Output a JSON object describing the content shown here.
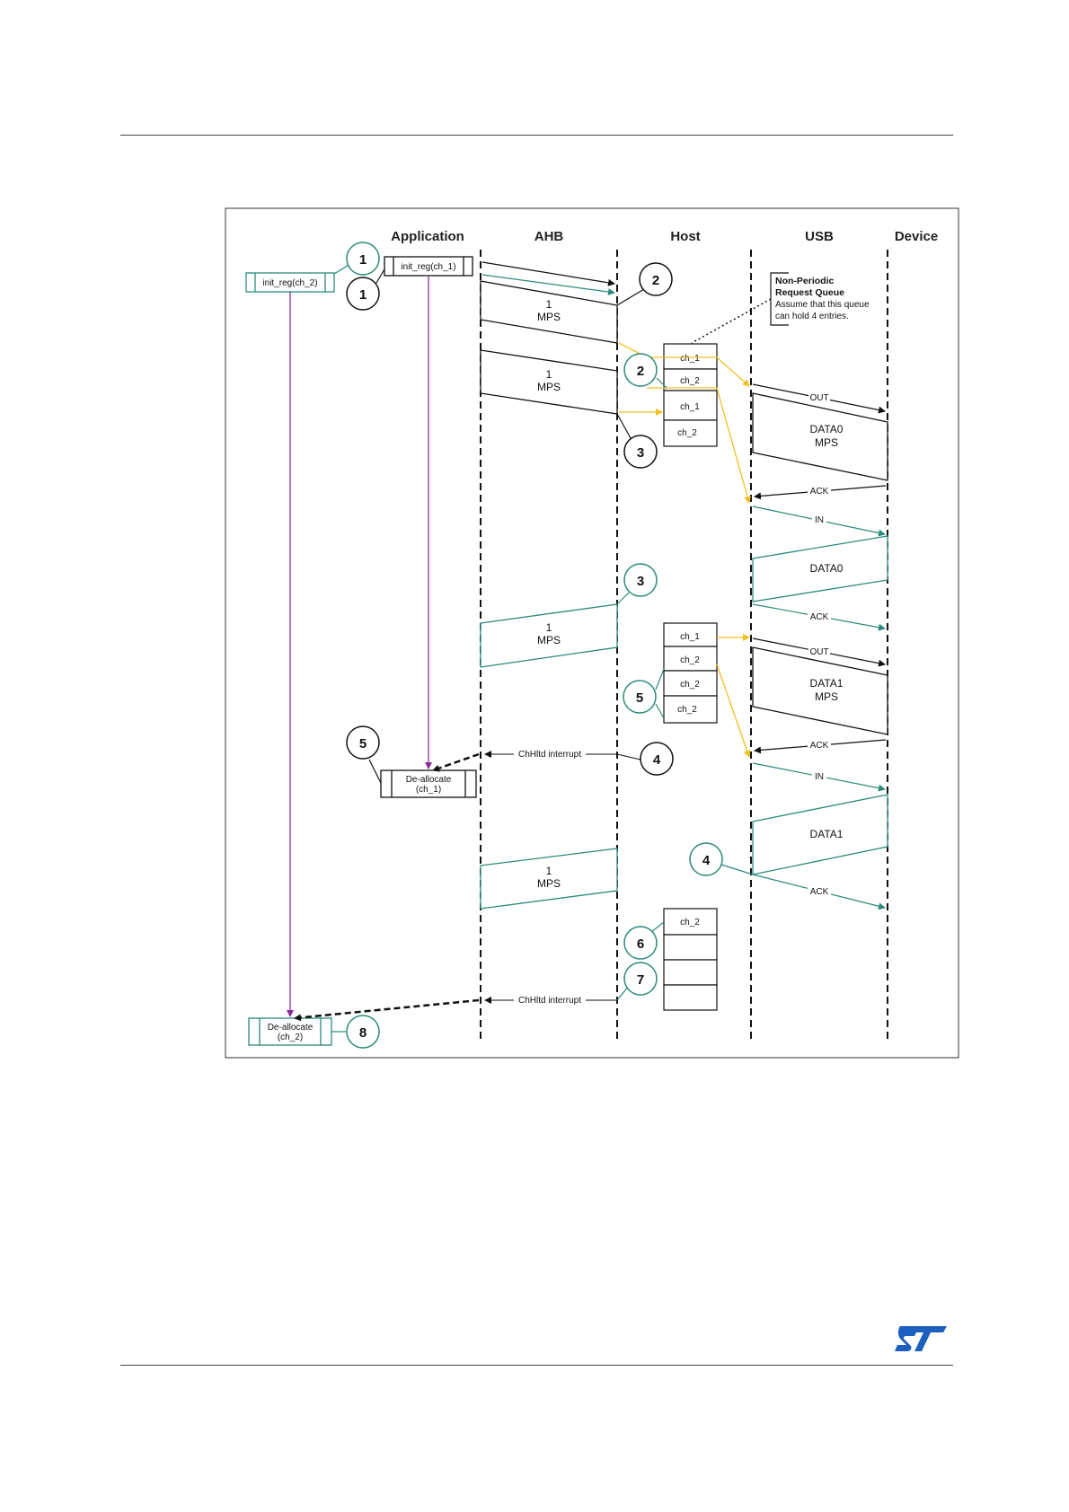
{
  "columns": [
    "Application",
    "AHB",
    "Host",
    "USB",
    "Device"
  ],
  "notes": {
    "queue_title_1": "Non-Periodic",
    "queue_title_2": "Request Queue",
    "queue_line_1": "Assume that this queue",
    "queue_line_2": "can hold 4 entries."
  },
  "app_boxes": {
    "init_ch2": "init_reg(ch_2)",
    "init_ch1": "init_reg(ch_1)",
    "dealloc_ch1_a": "De-allocate",
    "dealloc_ch1_b": "(ch_1)",
    "dealloc_ch2_a": "De-allocate",
    "dealloc_ch2_b": "(ch_2)"
  },
  "mps": {
    "one": "1",
    "label": "MPS"
  },
  "queue1": [
    "ch_1",
    "ch_2",
    "ch_1",
    "ch_2"
  ],
  "queue2": [
    "ch_1",
    "ch_2",
    "ch_2",
    "ch_2"
  ],
  "queue3": [
    "ch_2",
    "",
    "",
    ""
  ],
  "usb": {
    "data0_mps_a": "DATA0",
    "data0_mps_b": "MPS",
    "data0": "DATA0",
    "data1_mps_a": "DATA1",
    "data1_mps_b": "MPS",
    "data1": "DATA1"
  },
  "tokens": {
    "out": "OUT",
    "ack": "ACK",
    "in": "IN"
  },
  "interrupt": "ChHltd interrupt",
  "steps": {
    "s1": "1",
    "s2": "2",
    "s3": "3",
    "s4": "4",
    "s5": "5",
    "s6": "6",
    "s7": "7",
    "s8": "8"
  },
  "colors": {
    "black": "#111111",
    "teal": "#2a8a78",
    "yellow": "#f0c020",
    "purple": "#8a2b9a",
    "logo_blue": "#1d5fbf"
  }
}
